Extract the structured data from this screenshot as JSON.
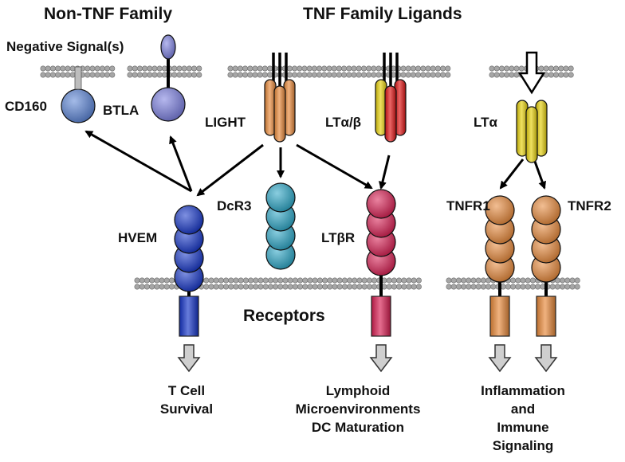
{
  "headings": {
    "non_tnf": "Non-TNF Family",
    "tnf_ligands": "TNF Family Ligands",
    "receptors": "Receptors"
  },
  "labels": {
    "negative_signal": "Negative Signal(s)",
    "cd160": "CD160",
    "btla": "BTLA",
    "light": "LIGHT",
    "lt_ab": "LTα/β",
    "lt_a": "LTα",
    "hvem": "HVEM",
    "dcr3": "DcR3",
    "lt_br": "LTβR",
    "tnfr1": "TNFR1",
    "tnfr2": "TNFR2"
  },
  "outcomes": {
    "t_cell": [
      "T Cell",
      "Survival"
    ],
    "lymphoid": [
      "Lymphoid",
      "Microenvironments",
      "DC Maturation"
    ],
    "inflammation": [
      "Inflammation",
      "and",
      "Immune",
      "Signaling"
    ]
  },
  "colors": {
    "membrane": "#a6a6a6",
    "hvem": "#1535c8",
    "dcr3": "#2aa6c6",
    "lt_br": "#d81e52",
    "tnfr": "#e8893a",
    "light": "#e8893a",
    "lt_beta": "#e01414",
    "lt_alpha": "#e7d10c",
    "cd160": "#5a84d6",
    "btla": "#7a7ee0",
    "signal_arrow": "#cfcfcf"
  }
}
